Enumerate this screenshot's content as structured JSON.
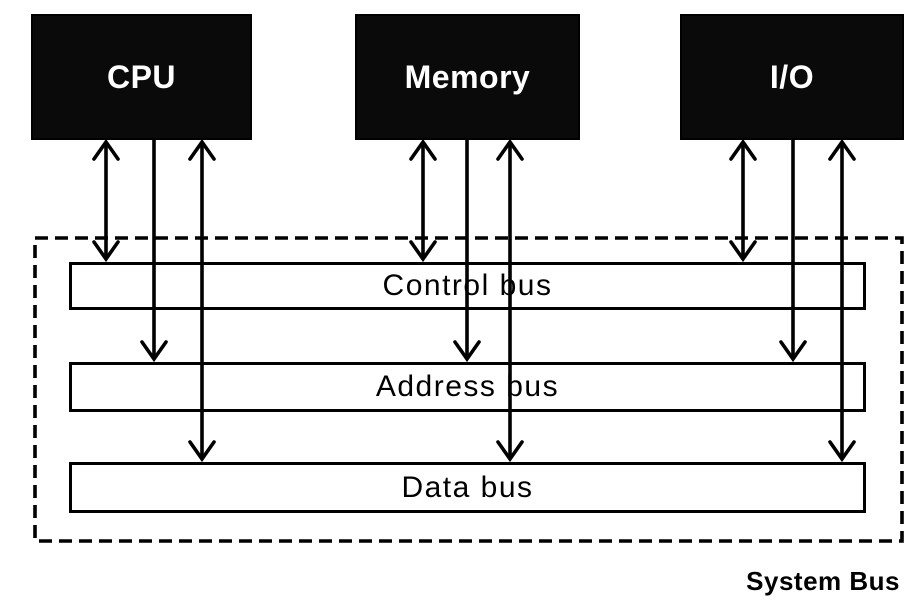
{
  "diagram": {
    "title": "System bus architecture diagram",
    "components": [
      {
        "id": "cpu",
        "label": "CPU"
      },
      {
        "id": "memory",
        "label": "Memory"
      },
      {
        "id": "io",
        "label": "I/O"
      }
    ],
    "buses": [
      {
        "id": "control-bus",
        "label": "Control bus"
      },
      {
        "id": "address-bus",
        "label": "Address bus"
      },
      {
        "id": "data-bus",
        "label": "Data bus"
      }
    ],
    "caption": "System Bus",
    "connections": [
      {
        "from": "cpu",
        "to": "control-bus",
        "bidirectional": true
      },
      {
        "from": "cpu",
        "to": "address-bus",
        "bidirectional": false
      },
      {
        "from": "cpu",
        "to": "data-bus",
        "bidirectional": true
      },
      {
        "from": "memory",
        "to": "control-bus",
        "bidirectional": true
      },
      {
        "from": "memory",
        "to": "address-bus",
        "bidirectional": false
      },
      {
        "from": "memory",
        "to": "data-bus",
        "bidirectional": true
      },
      {
        "from": "io",
        "to": "control-bus",
        "bidirectional": true
      },
      {
        "from": "io",
        "to": "address-bus",
        "bidirectional": false
      },
      {
        "from": "io",
        "to": "data-bus",
        "bidirectional": true
      }
    ],
    "colors": {
      "component_fill": "#000000",
      "component_text": "#ffffff",
      "bus_fill": "#ffffff",
      "line": "#000000",
      "background": "#ffffff"
    }
  }
}
